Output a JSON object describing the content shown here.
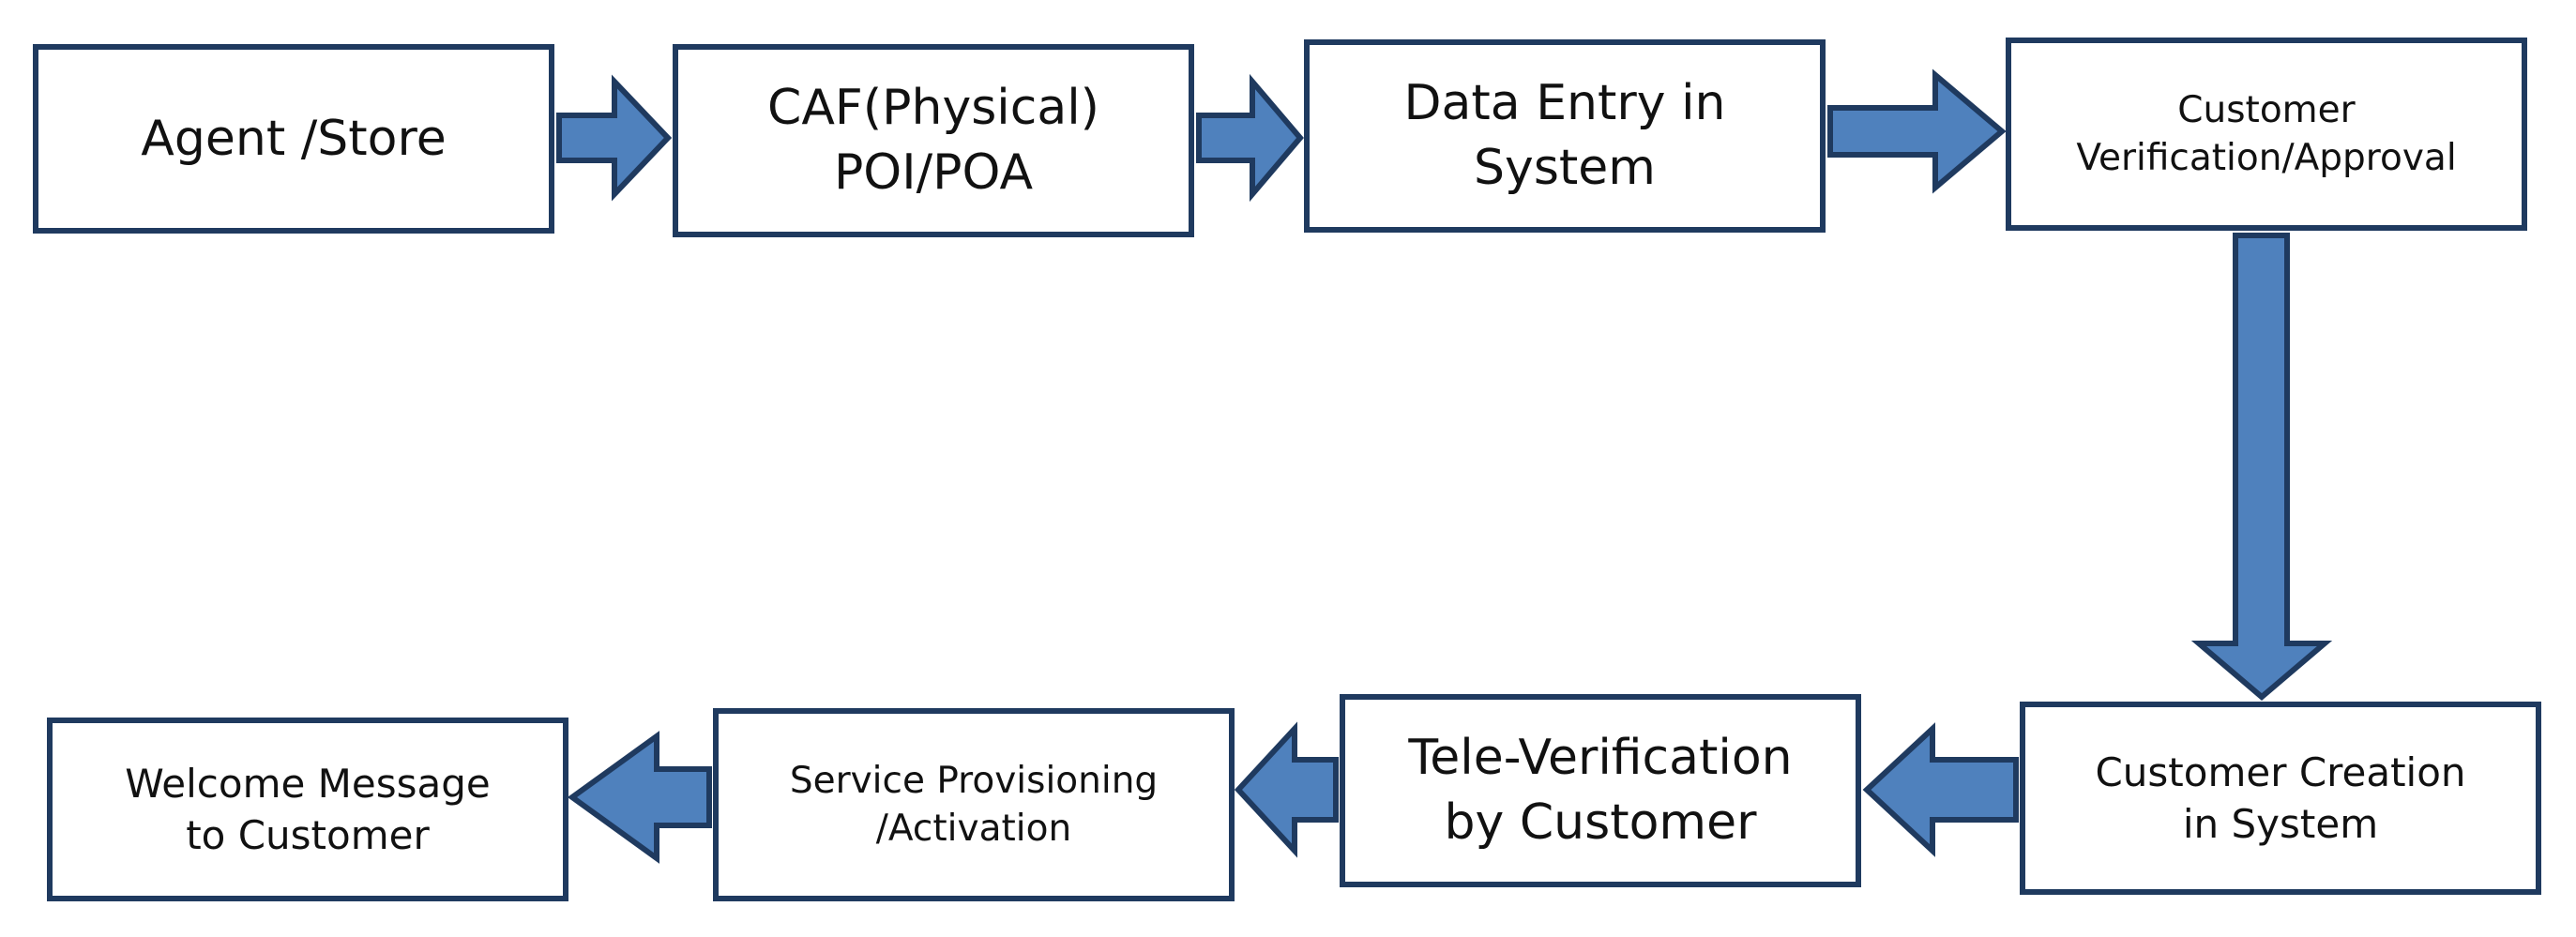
{
  "diagram": {
    "colors": {
      "arrow_fill": "#4f81bd",
      "arrow_stroke": "#1f3a5f",
      "box_border": "#1f3a5f",
      "text": "#111111"
    },
    "steps": [
      {
        "label": "Agent /Store"
      },
      {
        "label": "CAF(Physical)\nPOI/POA"
      },
      {
        "label": "Data Entry in\nSystem"
      },
      {
        "label": "Customer\nVerification/Approval"
      },
      {
        "label": "Customer Creation\nin System"
      },
      {
        "label": "Tele-Verification\nby Customer"
      },
      {
        "label": "Service Provisioning\n/Activation"
      },
      {
        "label": "Welcome Message\nto Customer"
      }
    ],
    "connectors": [
      {
        "from": 1,
        "to": 2,
        "direction": "right"
      },
      {
        "from": 2,
        "to": 3,
        "direction": "right"
      },
      {
        "from": 3,
        "to": 4,
        "direction": "right"
      },
      {
        "from": 4,
        "to": 5,
        "direction": "down"
      },
      {
        "from": 5,
        "to": 6,
        "direction": "left"
      },
      {
        "from": 6,
        "to": 7,
        "direction": "left"
      },
      {
        "from": 7,
        "to": 8,
        "direction": "left"
      }
    ]
  }
}
